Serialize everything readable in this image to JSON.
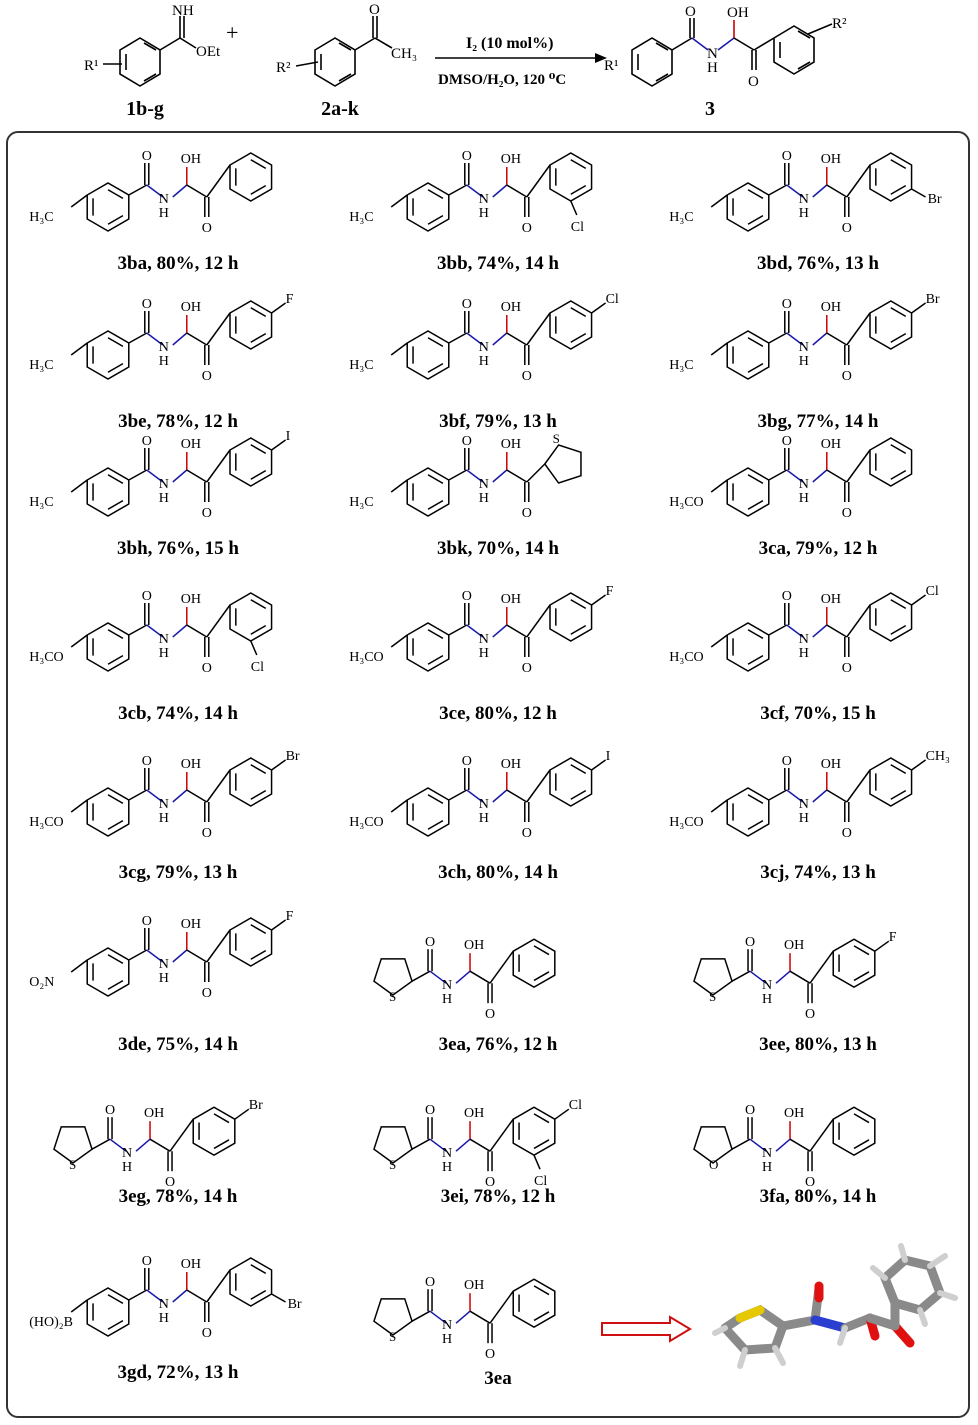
{
  "scheme": {
    "reactant1_label": "1b-g",
    "reactant2_label": "2a-k",
    "product_label": "3",
    "plus": "+",
    "reagent": "I₂ (10 mol%)",
    "conditions": "DMSO/H₂O, 120 ⁰C",
    "r1": "R¹",
    "r2": "R²",
    "nh": "NH",
    "oet": "OEt",
    "ch3": "CH₃",
    "o": "O",
    "oh": "OH",
    "n": "N",
    "h": "H"
  },
  "compounds": [
    {
      "label": "3ba, 80%, 12 h",
      "left": "H₃C",
      "right": "phenyl",
      "sub": ""
    },
    {
      "label": "3bb, 74%, 14 h",
      "left": "H₃C",
      "right": "ortho",
      "sub": "Cl"
    },
    {
      "label": "3bd, 76%, 13 h",
      "left": "H₃C",
      "right": "meta",
      "sub": "Br"
    },
    {
      "label": "3be, 78%, 12 h",
      "left": "H₃C",
      "right": "para",
      "sub": "F"
    },
    {
      "label": "3bf, 79%, 13 h",
      "left": "H₃C",
      "right": "para",
      "sub": "Cl"
    },
    {
      "label": "3bg, 77%, 14 h",
      "left": "H₃C",
      "right": "para",
      "sub": "Br"
    },
    {
      "label": "3bh, 76%, 15 h",
      "left": "H₃C",
      "right": "para",
      "sub": "I"
    },
    {
      "label": "3bk, 70%, 14 h",
      "left": "H₃C",
      "right": "thiophene",
      "sub": "S"
    },
    {
      "label": "3ca, 79%, 12 h",
      "left": "H₃CO",
      "right": "phenyl",
      "sub": ""
    },
    {
      "label": "3cb, 74%, 14 h",
      "left": "H₃CO",
      "right": "ortho",
      "sub": "Cl"
    },
    {
      "label": "3ce, 80%, 12 h",
      "left": "H₃CO",
      "right": "para",
      "sub": "F"
    },
    {
      "label": "3cf, 70%, 15 h",
      "left": "H₃CO",
      "right": "para",
      "sub": "Cl"
    },
    {
      "label": "3cg, 79%, 13 h",
      "left": "H₃CO",
      "right": "para",
      "sub": "Br"
    },
    {
      "label": "3ch, 80%, 14 h",
      "left": "H₃CO",
      "right": "para",
      "sub": "I"
    },
    {
      "label": "3cj, 74%, 13 h",
      "left": "H₃CO",
      "right": "para",
      "sub": "CH₃"
    },
    {
      "label": "3de, 75%, 14 h",
      "left": "O₂N",
      "right": "para",
      "sub": "F"
    },
    {
      "label": "3ea, 76%, 12 h",
      "left": "thiophene",
      "right": "phenyl",
      "sub": ""
    },
    {
      "label": "3ee, 80%, 13 h",
      "left": "thiophene",
      "right": "para",
      "sub": "F"
    },
    {
      "label": "3eg, 78%, 14 h",
      "left": "thiophene",
      "right": "para",
      "sub": "Br"
    },
    {
      "label": "3ei, 78%, 12 h",
      "left": "thiophene",
      "right": "2,4-dichloro",
      "sub": "Cl"
    },
    {
      "label": "3fa, 80%, 14 h",
      "left": "furan",
      "right": "phenyl",
      "sub": ""
    },
    {
      "label": "3gd, 72%, 13 h",
      "left": "(HO)₂B",
      "right": "meta",
      "sub": "Br"
    },
    {
      "label": "3ea",
      "left": "thiophene",
      "right": "phenyl",
      "sub": ""
    }
  ],
  "atoms": {
    "S": "S",
    "O": "O",
    "Cl": "Cl",
    "CH3": "CH₃"
  },
  "colors": {
    "n_bond": "#1a1aaa",
    "o_bond": "#cc0000",
    "arrow": "#d01010",
    "frame": "#333333"
  }
}
